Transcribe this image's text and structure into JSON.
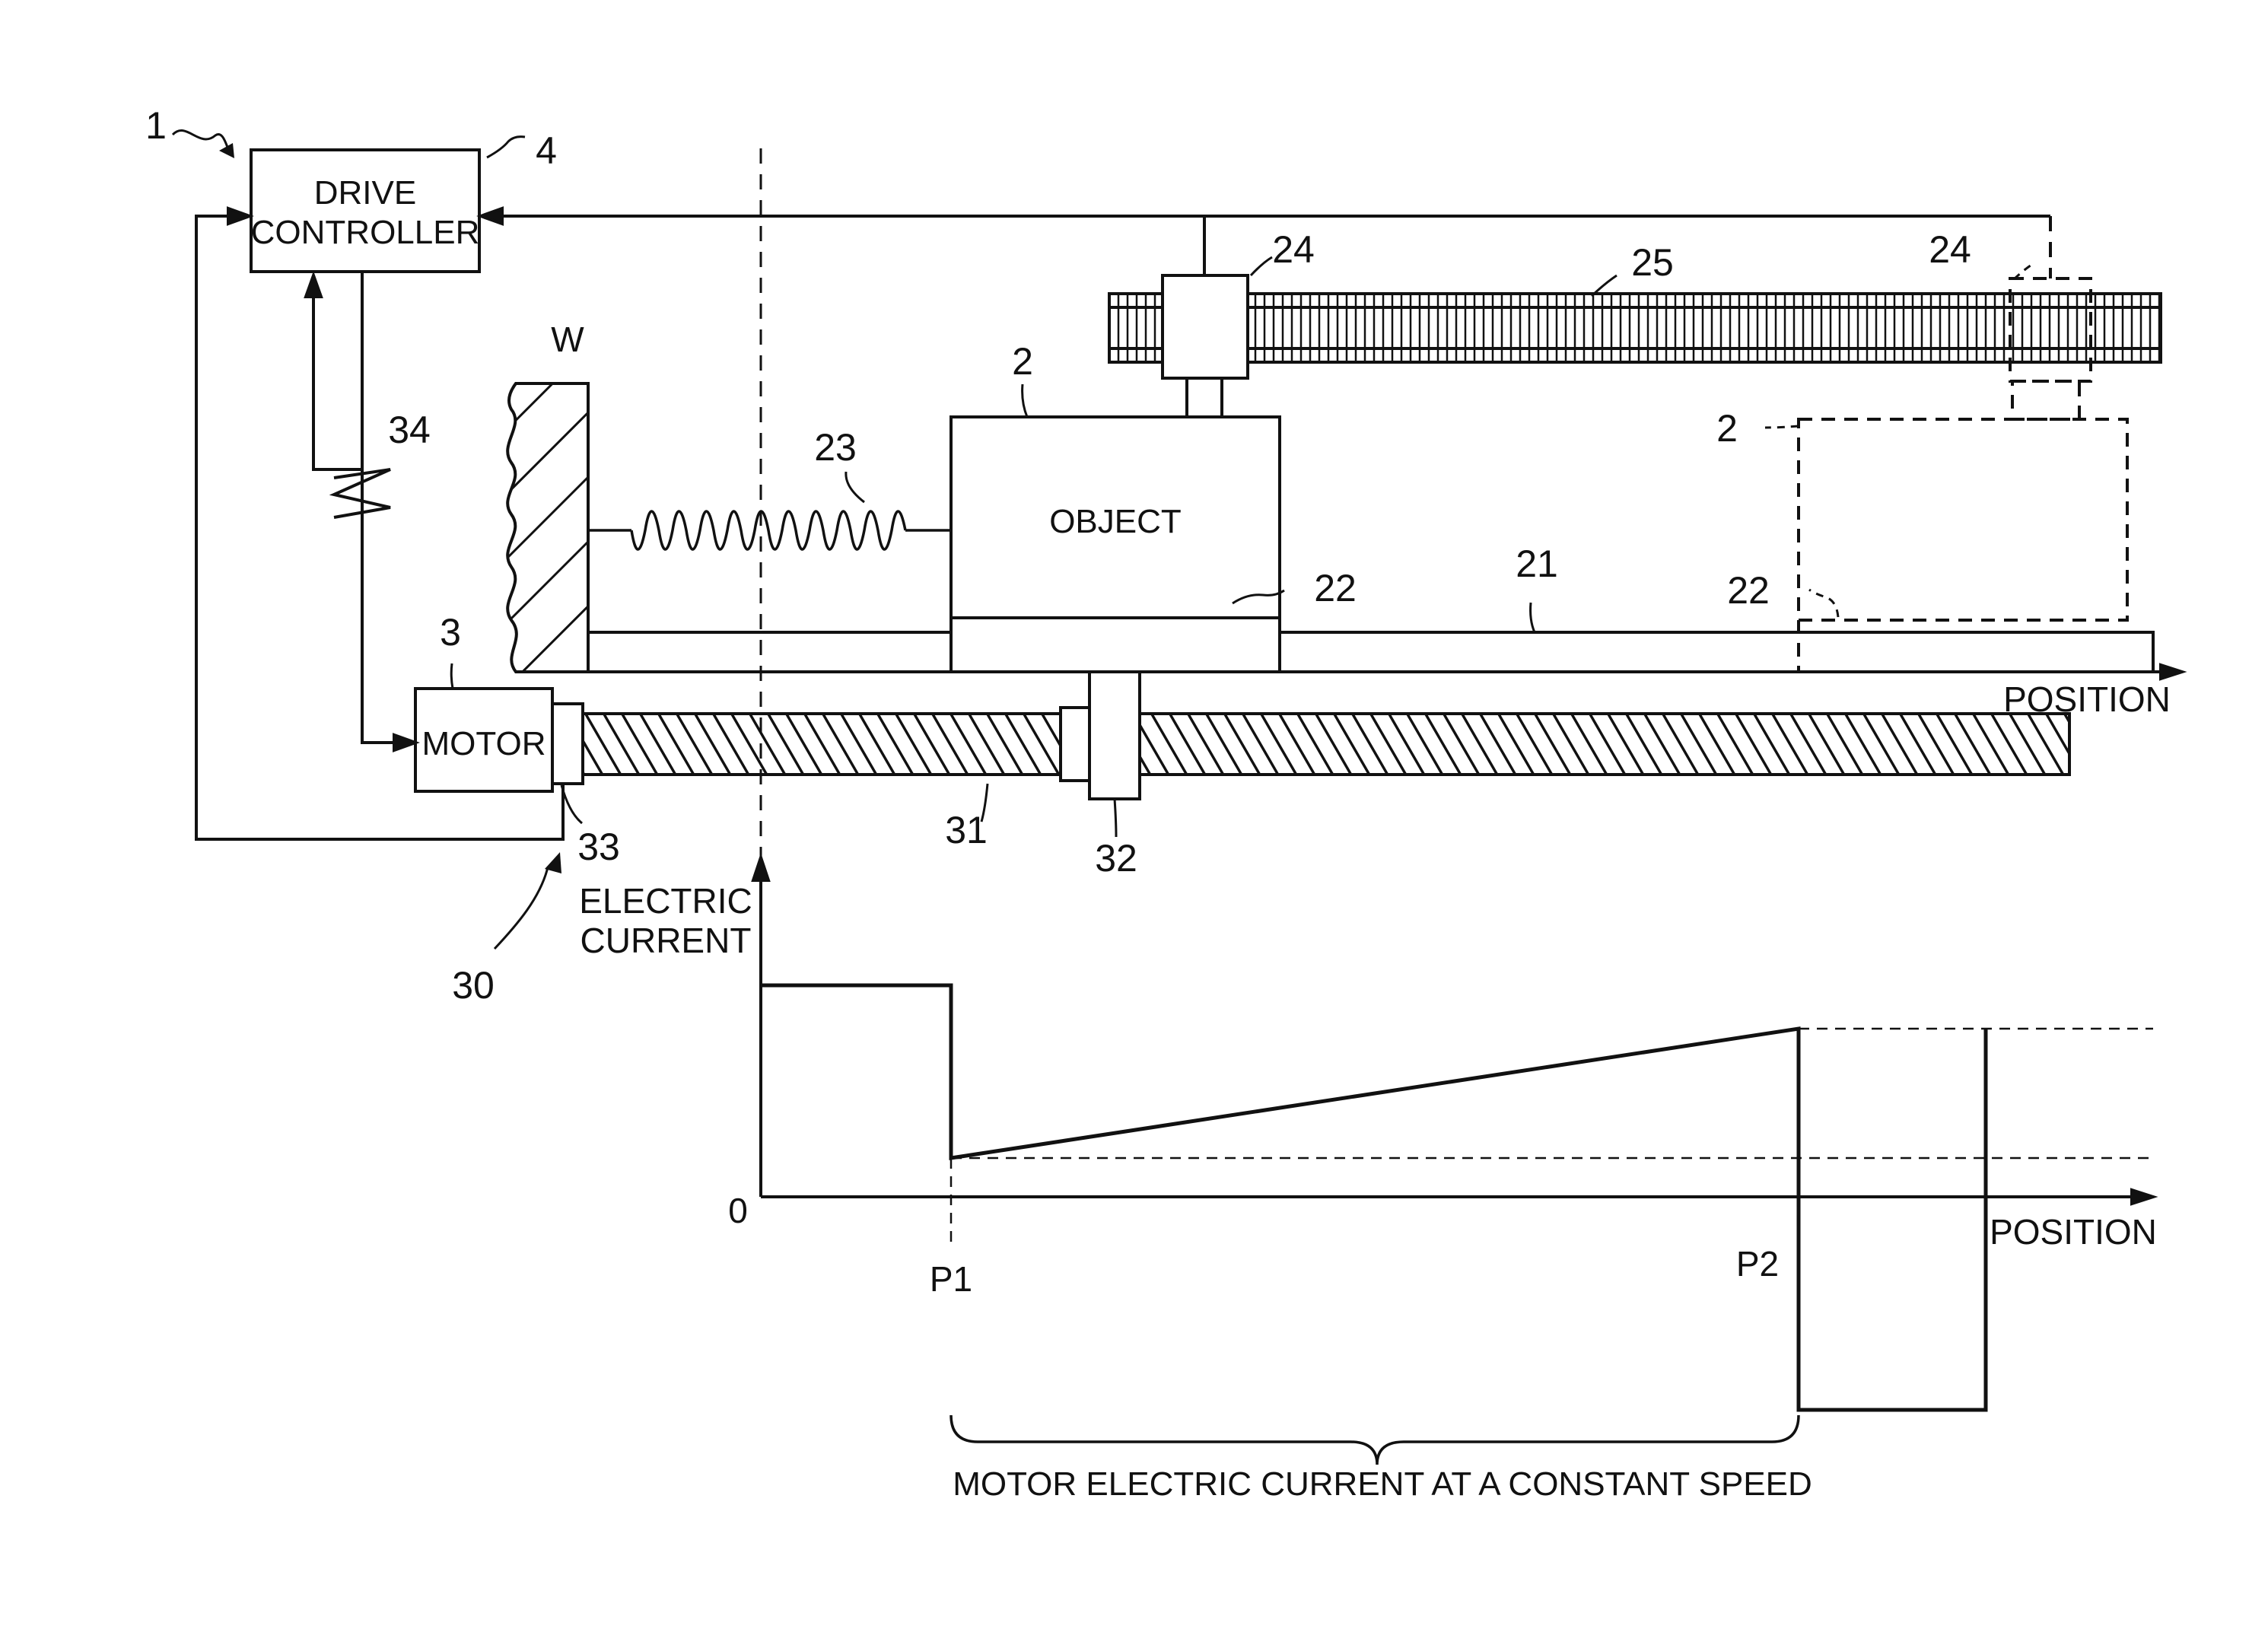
{
  "labels": {
    "drive_controller_line1": "DRIVE",
    "drive_controller_line2": "CONTROLLER",
    "motor": "MOTOR",
    "object": "OBJECT",
    "wall": "W",
    "position_top": "POSITION",
    "position_graph": "POSITION",
    "current_line1": "ELECTRIC",
    "current_line2": "CURRENT",
    "origin": "0",
    "p1": "P1",
    "p2": "P2",
    "brace_caption": "MOTOR ELECTRIC CURRENT AT A CONSTANT SPEED"
  },
  "refs": {
    "system": "1",
    "object": "2",
    "object_alt": "2",
    "motor": "3",
    "controller": "4",
    "guide": "21",
    "slider": "22",
    "slider_alt": "22",
    "spring": "23",
    "sensor": "24",
    "sensor_alt": "24",
    "scale": "25",
    "drive_unit": "30",
    "screw": "31",
    "nut": "32",
    "encoder": "33",
    "cable": "34"
  }
}
